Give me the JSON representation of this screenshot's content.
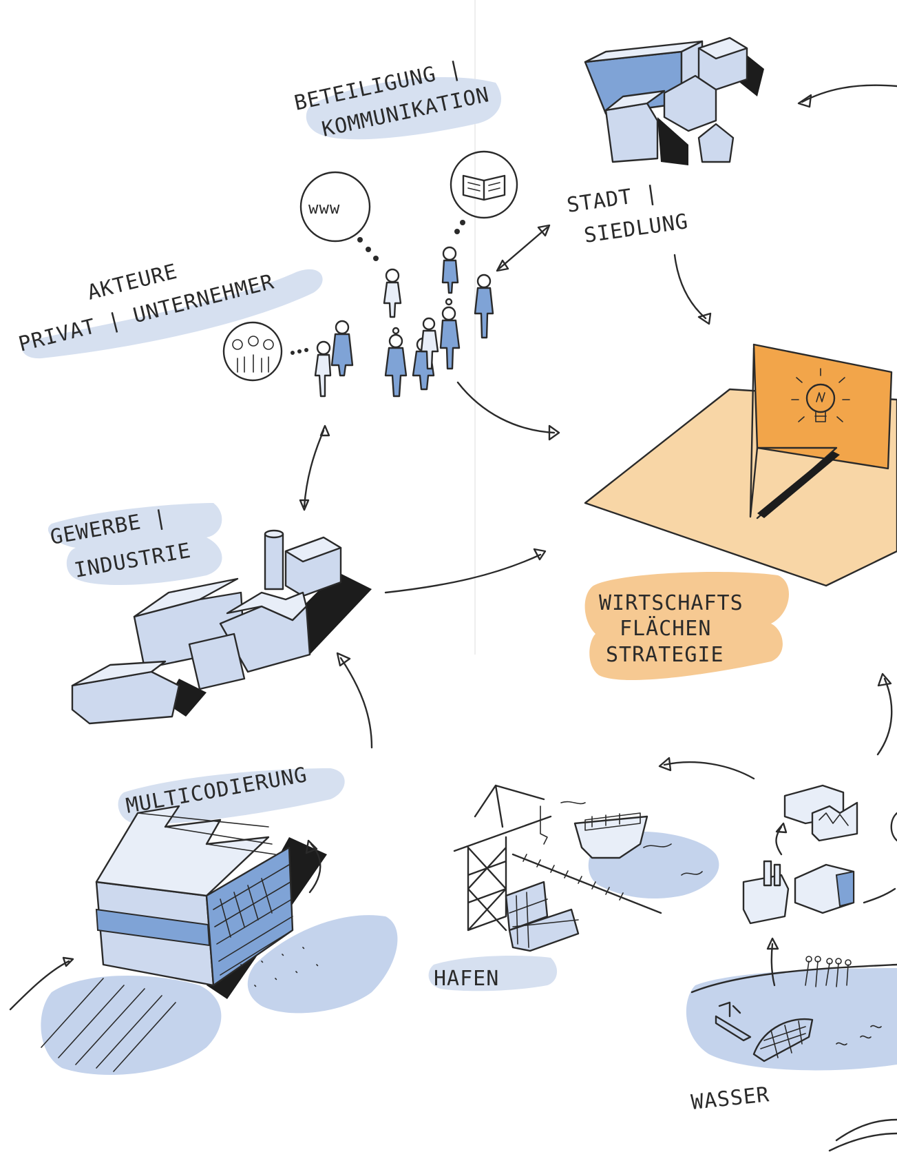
{
  "labels": {
    "beteiligung_line1": "BETEILIGUNG |",
    "beteiligung_line2": "KOMMUNIKATION",
    "stadt_line1": "STADT |",
    "stadt_line2": "SIEDLUNG",
    "akteure_line1": "AKTEURE",
    "akteure_line2": "PRIVAT | UNTERNEHMER",
    "www": "www",
    "gewerbe_line1": "GEWERBE |",
    "gewerbe_line2": "INDUSTRIE",
    "wirtschafts_line1": "WIRTSCHAFTS",
    "wirtschafts_line2": "FLÄCHEN",
    "wirtschafts_line3": "STRATEGIE",
    "multicodierung": "MULTICODIERUNG",
    "hafen": "HAFEN",
    "wasser": "WASSER"
  },
  "colors": {
    "blue_highlight": "#d6e0f0",
    "blue_fill": "#7fa3d6",
    "orange_highlight": "#f6c992",
    "orange_board": "#f2a54a",
    "ink": "#2a2a2a"
  }
}
